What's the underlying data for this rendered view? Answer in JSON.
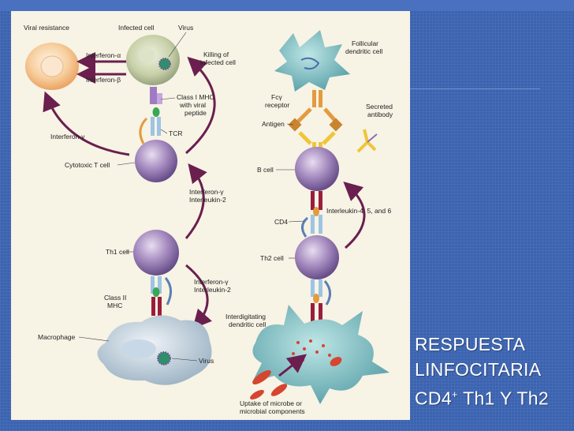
{
  "slide": {
    "title_lines": [
      "RESPUESTA",
      "LINFOCITARIA",
      "CD4",
      "+",
      " Th1 Y Th2"
    ]
  },
  "diagram": {
    "labels": {
      "viral_resistance": "Viral resistance",
      "infected_cell": "Infected cell",
      "virus_top": "Virus",
      "interferon_alpha": "Interferon-α",
      "interferon_beta": "Interferon-β",
      "killing_1": "Killing of",
      "killing_2": "infected cell",
      "class1_1": "Class I MHC",
      "class1_2": "with viral",
      "class1_3": "peptide",
      "tcr": "TCR",
      "interferon_gamma": "Interferon-γ",
      "cytotoxic": "Cytotoxic T cell",
      "ifn_il2_top_1": "Interferon-γ",
      "ifn_il2_top_2": "Interleukin-2",
      "th1": "Th1 cell",
      "ifn_il2_bot_1": "Interferon-γ",
      "ifn_il2_bot_2": "Interleukin-2",
      "class2_1": "Class II",
      "class2_2": "MHC",
      "macrophage": "Macrophage",
      "virus_bottom": "Virus",
      "follicular_1": "Follicular",
      "follicular_2": "dendritic cell",
      "fc_1": "Fcγ",
      "fc_2": "receptor",
      "antigen": "Antigen",
      "secreted_1": "Secreted",
      "secreted_2": "antibody",
      "bcell": "B cell",
      "cd4": "CD4",
      "interleukins": "Interleukin-4, 5, and 6",
      "th2": "Th2 cell",
      "interdig_1": "Interdigitating",
      "interdig_2": "dendritic cell",
      "uptake_1": "Uptake of microbe or",
      "uptake_2": "microbial components"
    },
    "colors": {
      "purple_cell": "#8a6fa8",
      "arrow": "#6a1f4e",
      "receptor_blue": "#9ec4e4",
      "mhc_red": "#9b1d3c",
      "dendritic_teal": "#5aa3a8",
      "macrophage_gray": "#a9bcc9",
      "orange_cell": "#f4c08a"
    }
  }
}
